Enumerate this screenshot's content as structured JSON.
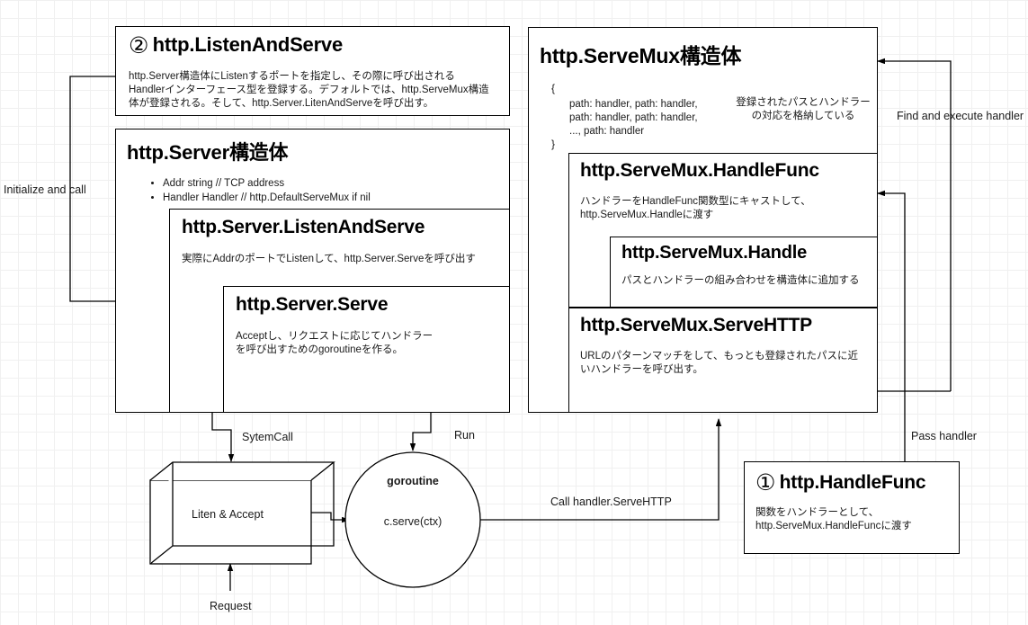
{
  "diagram": {
    "title_hidden": "Go net/http request flow",
    "boxes": {
      "listen_and_serve": {
        "marker": "②",
        "title": "http.ListenAndServe",
        "desc": "http.Server構造体にListenするポートを指定し、その際に呼び出される\nHandlerインターフェース型を登録する。デフォルトでは、http.ServeMux構造\n体が登録される。そして、http.Server.LitenAndServeを呼び出す。"
      },
      "http_server": {
        "title": "http.Server構造体",
        "fields": [
          "Addr string // TCP address",
          "Handler Handler //   http.DefaultServeMux if nil"
        ]
      },
      "server_listen_and_serve": {
        "title": "http.Server.ListenAndServe",
        "desc": "実際にAddrのポートでListenして、http.Server.Serveを呼び出す"
      },
      "server_serve": {
        "title": "http.Server.Serve",
        "desc": "Acceptし、リクエストに応じてハンドラー\nを呼び出すためのgoroutineを作る。"
      },
      "servemux_struct": {
        "title": "http.ServeMux構造体",
        "code": "{\n    path: handler,  path: handler,\n    path: handler,  path: handler,\n    ..., path: handler\n}",
        "code_brace_open": "{",
        "code_lines": [
          "path: handler,  path: handler,",
          "path: handler,  path: handler,",
          "..., path: handler"
        ],
        "code_brace_close": "}",
        "note": "登録されたパスとハンドラー\nの対応を格納している"
      },
      "servemux_handlefunc": {
        "title": "http.ServeMux.HandleFunc",
        "desc": "ハンドラーをHandleFunc関数型にキャストして、\nhttp.ServeMux.Handleに渡す"
      },
      "servemux_handle": {
        "title": "http.ServeMux.Handle",
        "desc": "パスとハンドラーの組み合わせを構造体に追加する"
      },
      "servemux_servehttp": {
        "title": "http.ServeMux.ServeHTTP",
        "desc": "URLのパターンマッチをして、もっとも登録されたパスに近\nいハンドラーを呼び出す。"
      },
      "handle_func": {
        "marker": "①",
        "title": "http.HandleFunc",
        "desc": "関数をハンドラーとして、\nhttp.ServeMux.HandleFuncに渡す"
      },
      "listen_accept": {
        "label": "Liten & Accept"
      },
      "goroutine": {
        "title": "goroutine",
        "body": "c.serve(ctx)"
      }
    },
    "edge_labels": {
      "initialize_and_call": "Initialize and call",
      "system_call": "SytemCall",
      "run": "Run",
      "request": "Request",
      "call_handler_servehttp": "Call handler.ServeHTTP",
      "find_and_execute_handler": "Find and execute handler",
      "pass_handler": "Pass handler"
    },
    "colors": {
      "stroke": "#000000",
      "text": "#1a1a1a",
      "background": "#ffffff",
      "grid_minor": "#f0f0f0",
      "grid_major": "#e6e6e6"
    }
  }
}
